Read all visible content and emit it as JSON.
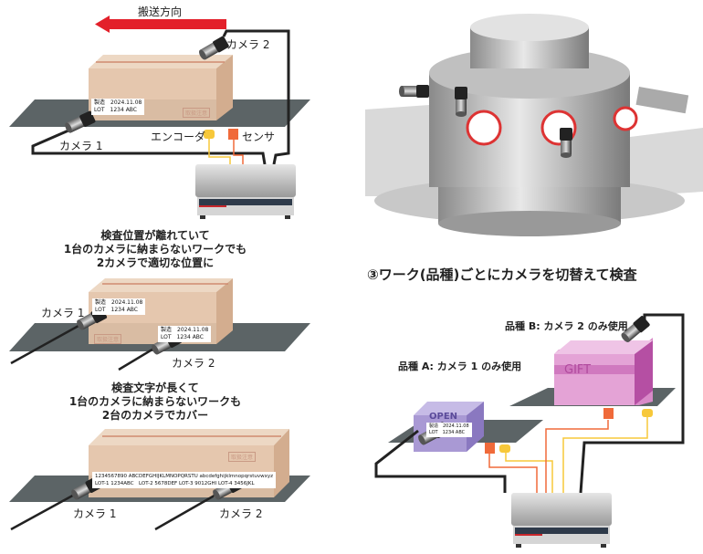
{
  "panel1": {
    "direction_label": "搬送方向",
    "camera1_label": "カメラ 1",
    "camera2_label": "カメラ 2",
    "encoder_label": "エンコーダ",
    "sensor_label": "センサ",
    "box_label": {
      "line1": "製造　2024.11.08",
      "line2": "LOT　1234 ABC"
    },
    "box_stamp": "取扱注意"
  },
  "panel2": {
    "heading": [
      "検査位置が離れていて",
      "1台のカメラに納まらないワークでも",
      "2カメラで適切な位置に"
    ],
    "camera1_label": "カメラ 1",
    "camera2_label": "カメラ 2",
    "box_label": {
      "line1": "製造　2024.11.08",
      "line2": "LOT　1234 ABC"
    },
    "box_stamp": "取扱注意"
  },
  "panel3": {
    "heading": [
      "検査文字が長くて",
      "1台のカメラに納まらないワークも",
      "2台のカメラでカバー"
    ],
    "camera1_label": "カメラ 1",
    "camera2_label": "カメラ 2",
    "print_line1": "1234567890 ABCDEFGHIJKLMNOPQRSTU abcdefghijklmnopqrstuvwxyz",
    "print_line2": "LOT-1 1234ABC　LOT-2 5678DEF LOT-3 9012GHI LOT-4 3456JKL",
    "box_stamp": "取扱注意"
  },
  "panel4": {
    "title": "③ワーク(品種)ごとにカメラを切替えて検査",
    "type_b_label": "品種 B: カメラ 2 のみ使用",
    "type_a_label": "品種 A: カメラ 1 のみ使用",
    "box_a_text": "OPEN",
    "box_b_text": "GIFT",
    "box_a_label": {
      "line1": "製造　2024.11.08",
      "line2": "LOT　1234 ABC"
    }
  },
  "colors": {
    "arrow": "#e3202a",
    "encoder": "#f7c83a",
    "sensor": "#f06a3a",
    "belt": "#5c6466",
    "cardboard": "#e3c3a8",
    "box_a": "#a999d4",
    "box_b": "#d98ac8"
  }
}
